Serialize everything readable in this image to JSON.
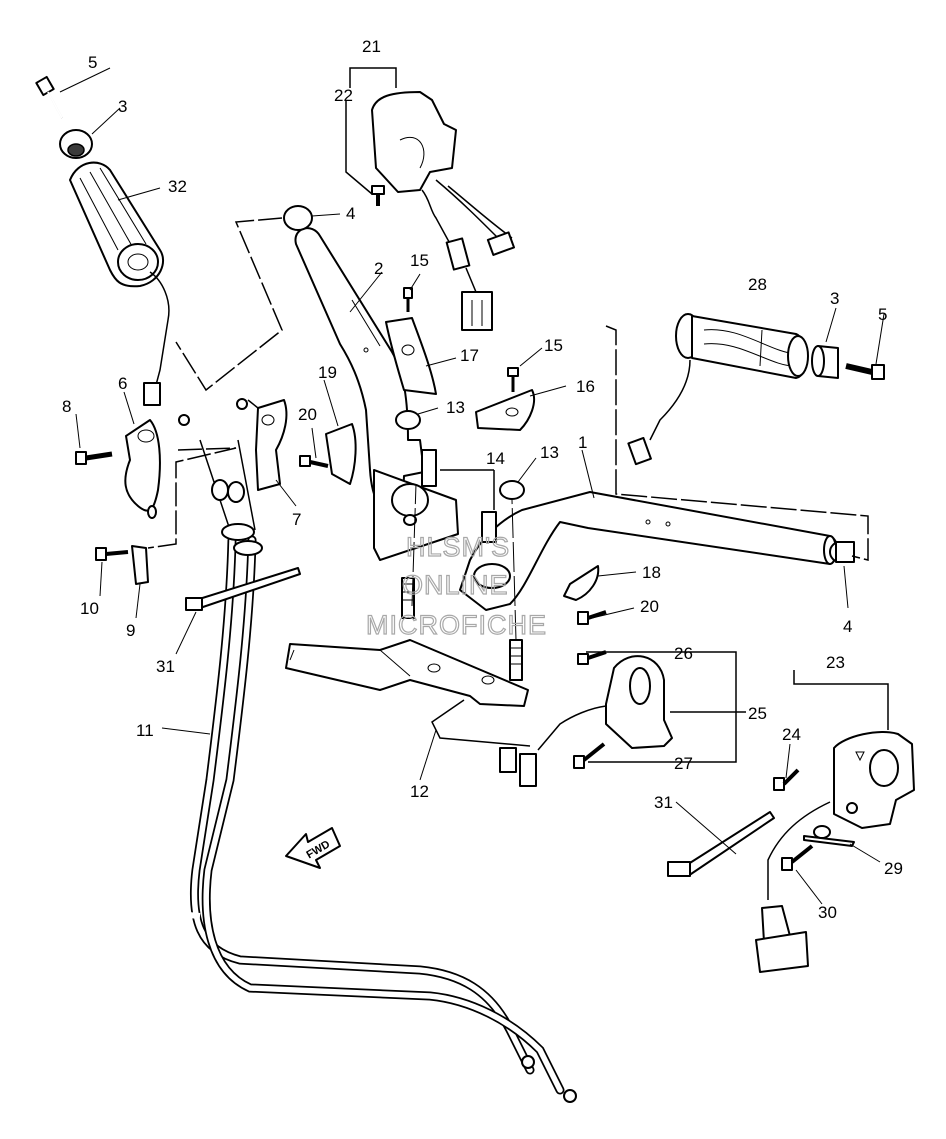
{
  "watermark": {
    "line1": "HLSM'S",
    "line2": "ONLINE",
    "line3": "MICROFICHE"
  },
  "fwd_label": "FWD",
  "callouts": {
    "c1": "1",
    "c2": "2",
    "c3a": "3",
    "c3b": "3",
    "c4a": "4",
    "c4b": "4",
    "c5a": "5",
    "c5b": "5",
    "c6": "6",
    "c7": "7",
    "c8": "8",
    "c9": "9",
    "c10": "10",
    "c11": "11",
    "c12": "12",
    "c13a": "13",
    "c13b": "13",
    "c14": "14",
    "c15a": "15",
    "c15b": "15",
    "c16": "16",
    "c17": "17",
    "c18": "18",
    "c19": "19",
    "c20a": "20",
    "c20b": "20",
    "c21": "21",
    "c22": "22",
    "c23": "23",
    "c24": "24",
    "c25": "25",
    "c26": "26",
    "c27": "27",
    "c28": "28",
    "c29": "29",
    "c30": "30",
    "c31a": "31",
    "c31b": "31",
    "c32": "32"
  }
}
